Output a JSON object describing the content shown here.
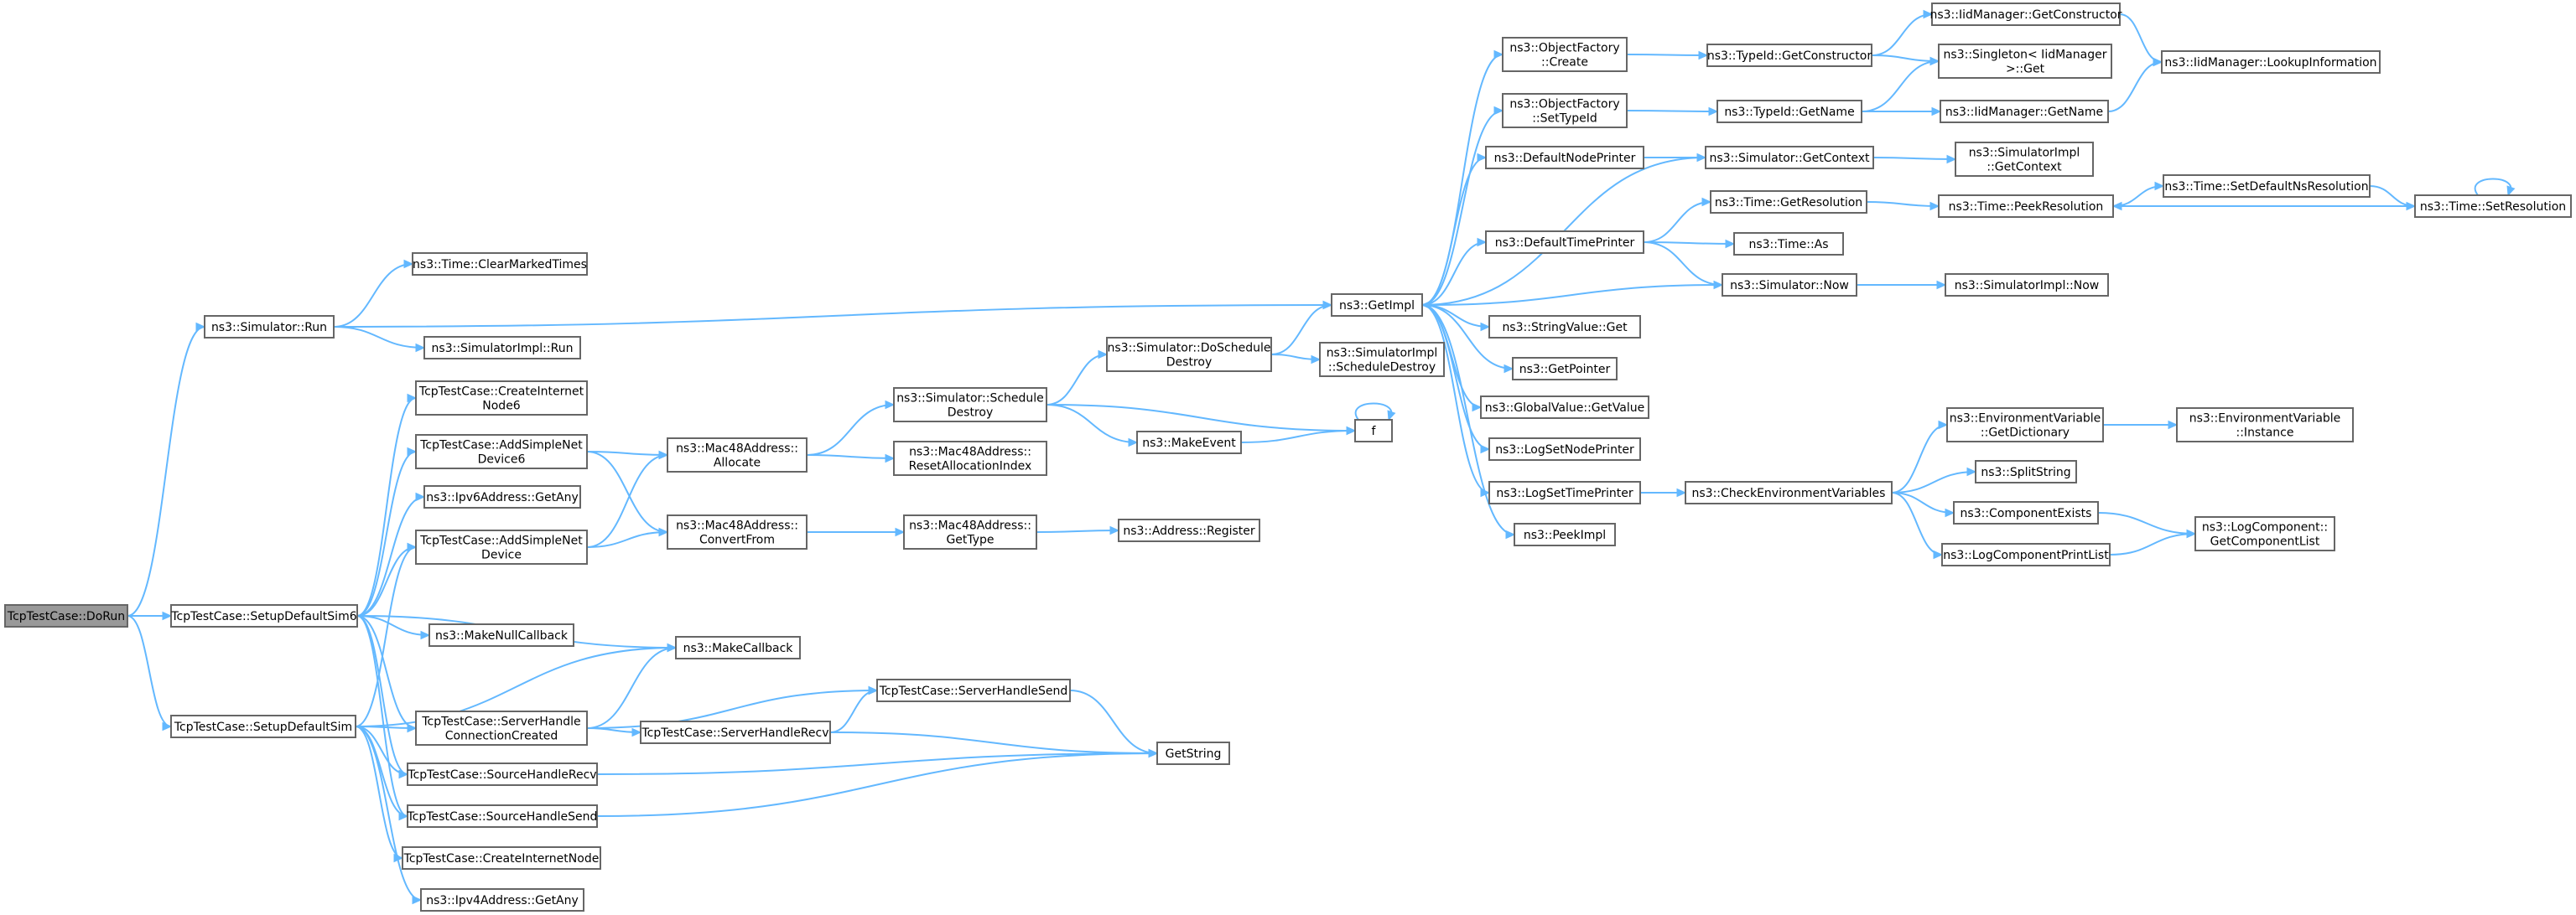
{
  "nodes": [
    {
      "id": "n0",
      "lines": [
        "TcpTestCase::DoRun"
      ],
      "root": true
    },
    {
      "id": "n1",
      "lines": [
        "ns3::Simulator::Run"
      ]
    },
    {
      "id": "n2",
      "lines": [
        "TcpTestCase::SetupDefaultSim6"
      ]
    },
    {
      "id": "n3",
      "lines": [
        "TcpTestCase::SetupDefaultSim"
      ]
    },
    {
      "id": "n4",
      "lines": [
        "ns3::Time::ClearMarkedTimes"
      ]
    },
    {
      "id": "n5",
      "lines": [
        "ns3::GetImpl"
      ]
    },
    {
      "id": "n6",
      "lines": [
        "ns3::SimulatorImpl::Run"
      ]
    },
    {
      "id": "n7",
      "lines": [
        "TcpTestCase::CreateInternet",
        "Node6"
      ]
    },
    {
      "id": "n8",
      "lines": [
        "TcpTestCase::AddSimpleNet",
        "Device6"
      ]
    },
    {
      "id": "n9",
      "lines": [
        "ns3::Ipv6Address::GetAny"
      ]
    },
    {
      "id": "n10",
      "lines": [
        "TcpTestCase::AddSimpleNet",
        "Device"
      ]
    },
    {
      "id": "n11",
      "lines": [
        "ns3::MakeNullCallback"
      ]
    },
    {
      "id": "n12",
      "lines": [
        "ns3::MakeCallback"
      ]
    },
    {
      "id": "n13",
      "lines": [
        "TcpTestCase::ServerHandle",
        "ConnectionCreated"
      ]
    },
    {
      "id": "n14",
      "lines": [
        "TcpTestCase::SourceHandleRecv"
      ]
    },
    {
      "id": "n15",
      "lines": [
        "TcpTestCase::SourceHandleSend"
      ]
    },
    {
      "id": "n16",
      "lines": [
        "TcpTestCase::CreateInternetNode"
      ]
    },
    {
      "id": "n17",
      "lines": [
        "ns3::Ipv4Address::GetAny"
      ]
    },
    {
      "id": "n18",
      "lines": [
        "ns3::Mac48Address::",
        "Allocate"
      ]
    },
    {
      "id": "n19",
      "lines": [
        "ns3::Mac48Address::",
        "ConvertFrom"
      ]
    },
    {
      "id": "n20",
      "lines": [
        "ns3::Simulator::Schedule",
        "Destroy"
      ]
    },
    {
      "id": "n21",
      "lines": [
        "ns3::Mac48Address::",
        "ResetAllocationIndex"
      ]
    },
    {
      "id": "n22",
      "lines": [
        "ns3::Mac48Address::",
        "GetType"
      ]
    },
    {
      "id": "n23",
      "lines": [
        "ns3::Address::Register"
      ]
    },
    {
      "id": "n24",
      "lines": [
        "ns3::Simulator::DoSchedule",
        "Destroy"
      ]
    },
    {
      "id": "n25",
      "lines": [
        "ns3::MakeEvent"
      ]
    },
    {
      "id": "n26",
      "lines": [
        "f"
      ]
    },
    {
      "id": "n27",
      "lines": [
        "ns3::SimulatorImpl",
        "::ScheduleDestroy"
      ]
    },
    {
      "id": "n28",
      "lines": [
        "TcpTestCase::ServerHandleSend"
      ]
    },
    {
      "id": "n29",
      "lines": [
        "TcpTestCase::ServerHandleRecv"
      ]
    },
    {
      "id": "n30",
      "lines": [
        "GetString"
      ]
    },
    {
      "id": "n31",
      "lines": [
        "ns3::ObjectFactory",
        "::Create"
      ]
    },
    {
      "id": "n32",
      "lines": [
        "ns3::ObjectFactory",
        "::SetTypeId"
      ]
    },
    {
      "id": "n33",
      "lines": [
        "ns3::DefaultNodePrinter"
      ]
    },
    {
      "id": "n34",
      "lines": [
        "ns3::DefaultTimePrinter"
      ]
    },
    {
      "id": "n35",
      "lines": [
        "ns3::StringValue::Get"
      ]
    },
    {
      "id": "n36",
      "lines": [
        "ns3::GetPointer"
      ]
    },
    {
      "id": "n37",
      "lines": [
        "ns3::GlobalValue::GetValue"
      ]
    },
    {
      "id": "n38",
      "lines": [
        "ns3::LogSetNodePrinter"
      ]
    },
    {
      "id": "n39",
      "lines": [
        "ns3::LogSetTimePrinter"
      ]
    },
    {
      "id": "n40",
      "lines": [
        "ns3::PeekImpl"
      ]
    },
    {
      "id": "n41",
      "lines": [
        "ns3::TypeId::GetConstructor"
      ]
    },
    {
      "id": "n42",
      "lines": [
        "ns3::TypeId::GetName"
      ]
    },
    {
      "id": "n43",
      "lines": [
        "ns3::Simulator::GetContext"
      ]
    },
    {
      "id": "n44",
      "lines": [
        "ns3::Time::GetResolution"
      ]
    },
    {
      "id": "n45",
      "lines": [
        "ns3::Time::As"
      ]
    },
    {
      "id": "n46",
      "lines": [
        "ns3::Simulator::Now"
      ]
    },
    {
      "id": "n47",
      "lines": [
        "ns3::CheckEnvironmentVariables"
      ]
    },
    {
      "id": "n48",
      "lines": [
        "ns3::IidManager::GetConstructor"
      ]
    },
    {
      "id": "n49",
      "lines": [
        "ns3::Singleton< IidManager",
        " >::Get"
      ]
    },
    {
      "id": "n50",
      "lines": [
        "ns3::IidManager::GetName"
      ]
    },
    {
      "id": "n51",
      "lines": [
        "ns3::SimulatorImpl",
        "::GetContext"
      ]
    },
    {
      "id": "n52",
      "lines": [
        "ns3::Time::PeekResolution"
      ]
    },
    {
      "id": "n53",
      "lines": [
        "ns3::SimulatorImpl::Now"
      ]
    },
    {
      "id": "n54",
      "lines": [
        "ns3::EnvironmentVariable",
        "::GetDictionary"
      ]
    },
    {
      "id": "n55",
      "lines": [
        "ns3::SplitString"
      ]
    },
    {
      "id": "n56",
      "lines": [
        "ns3::ComponentExists"
      ]
    },
    {
      "id": "n57",
      "lines": [
        "ns3::LogComponentPrintList"
      ]
    },
    {
      "id": "n58",
      "lines": [
        "ns3::IidManager::LookupInformation"
      ]
    },
    {
      "id": "n59",
      "lines": [
        "ns3::Time::SetDefaultNsResolution"
      ]
    },
    {
      "id": "n60",
      "lines": [
        "ns3::Time::SetResolution"
      ]
    },
    {
      "id": "n61",
      "lines": [
        "ns3::EnvironmentVariable",
        "::Instance"
      ]
    },
    {
      "id": "n62",
      "lines": [
        "ns3::LogComponent::",
        "GetComponentList"
      ]
    }
  ],
  "edges": [
    [
      "n0",
      "n1"
    ],
    [
      "n0",
      "n2"
    ],
    [
      "n0",
      "n3"
    ],
    [
      "n1",
      "n4"
    ],
    [
      "n1",
      "n5"
    ],
    [
      "n1",
      "n6"
    ],
    [
      "n2",
      "n7"
    ],
    [
      "n2",
      "n8"
    ],
    [
      "n2",
      "n9"
    ],
    [
      "n2",
      "n10"
    ],
    [
      "n2",
      "n11"
    ],
    [
      "n2",
      "n12"
    ],
    [
      "n2",
      "n13"
    ],
    [
      "n2",
      "n14"
    ],
    [
      "n2",
      "n15"
    ],
    [
      "n3",
      "n10"
    ],
    [
      "n3",
      "n12"
    ],
    [
      "n3",
      "n13"
    ],
    [
      "n3",
      "n14"
    ],
    [
      "n3",
      "n15"
    ],
    [
      "n3",
      "n16"
    ],
    [
      "n3",
      "n17"
    ],
    [
      "n8",
      "n18"
    ],
    [
      "n8",
      "n19"
    ],
    [
      "n10",
      "n18"
    ],
    [
      "n10",
      "n19"
    ],
    [
      "n18",
      "n20"
    ],
    [
      "n18",
      "n21"
    ],
    [
      "n19",
      "n22"
    ],
    [
      "n22",
      "n23"
    ],
    [
      "n20",
      "n24"
    ],
    [
      "n20",
      "n25"
    ],
    [
      "n20",
      "n26"
    ],
    [
      "n25",
      "n26"
    ],
    [
      "n26",
      "n26"
    ],
    [
      "n24",
      "n5"
    ],
    [
      "n24",
      "n27"
    ],
    [
      "n13",
      "n12"
    ],
    [
      "n13",
      "n28"
    ],
    [
      "n13",
      "n29"
    ],
    [
      "n29",
      "n28"
    ],
    [
      "n28",
      "n30"
    ],
    [
      "n29",
      "n30"
    ],
    [
      "n14",
      "n30"
    ],
    [
      "n15",
      "n30"
    ],
    [
      "n5",
      "n31"
    ],
    [
      "n5",
      "n32"
    ],
    [
      "n5",
      "n33"
    ],
    [
      "n5",
      "n34"
    ],
    [
      "n5",
      "n35"
    ],
    [
      "n5",
      "n36"
    ],
    [
      "n5",
      "n37"
    ],
    [
      "n5",
      "n38"
    ],
    [
      "n5",
      "n39"
    ],
    [
      "n5",
      "n40"
    ],
    [
      "n31",
      "n41"
    ],
    [
      "n32",
      "n42"
    ],
    [
      "n33",
      "n43"
    ],
    [
      "n43",
      "n5"
    ],
    [
      "n43",
      "n51"
    ],
    [
      "n34",
      "n44"
    ],
    [
      "n34",
      "n45"
    ],
    [
      "n34",
      "n46"
    ],
    [
      "n46",
      "n5"
    ],
    [
      "n46",
      "n53"
    ],
    [
      "n44",
      "n52"
    ],
    [
      "n52",
      "n59"
    ],
    [
      "n59",
      "n60"
    ],
    [
      "n60",
      "n52"
    ],
    [
      "n60",
      "n60"
    ],
    [
      "n41",
      "n48"
    ],
    [
      "n41",
      "n49"
    ],
    [
      "n48",
      "n58"
    ],
    [
      "n42",
      "n49"
    ],
    [
      "n42",
      "n50"
    ],
    [
      "n50",
      "n58"
    ],
    [
      "n39",
      "n47"
    ],
    [
      "n47",
      "n54"
    ],
    [
      "n47",
      "n55"
    ],
    [
      "n47",
      "n56"
    ],
    [
      "n47",
      "n57"
    ],
    [
      "n54",
      "n61"
    ],
    [
      "n56",
      "n62"
    ],
    [
      "n57",
      "n62"
    ]
  ]
}
